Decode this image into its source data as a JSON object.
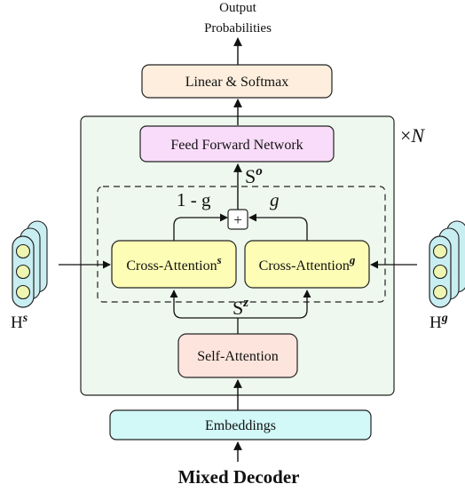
{
  "output": {
    "line1": "Output",
    "line2": "Probabilities"
  },
  "linear_softmax": "Linear & Softmax",
  "ffn": "Feed Forward Network",
  "repeat": {
    "times": "×",
    "n": "N"
  },
  "s_o": {
    "base": "S",
    "sup": "o"
  },
  "one_minus_g": "1 - g",
  "g": "g",
  "plus": "+",
  "cross_attention_s": {
    "base": "Cross-Attention",
    "sup": "s"
  },
  "cross_attention_g": {
    "base": "Cross-Attention",
    "sup": "g"
  },
  "s_z": {
    "base": "S",
    "sup": "z"
  },
  "self_attention": "Self-Attention",
  "embeddings": "Embeddings",
  "h_s": {
    "base": "H",
    "sup": "s"
  },
  "h_g": {
    "base": "H",
    "sup": "g"
  },
  "caption": "Mixed Decoder",
  "colors": {
    "block_bg": "#eef8ee",
    "linear_softmax_bg": "#fdeedd",
    "ffn_bg": "#f9dcf9",
    "cross_attention_bg": "#fdfdb5",
    "self_attention_bg": "#fde4dc",
    "embeddings_bg": "#d2f8f8",
    "hidden_state_bg": "#c8eef2",
    "neuron_bg": "#eef5b0"
  }
}
